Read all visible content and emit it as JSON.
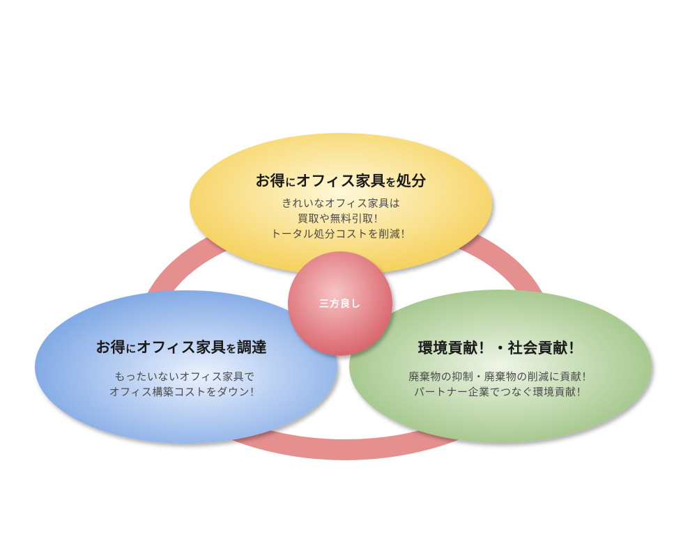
{
  "diagram": {
    "center": {
      "label": "三方良し"
    },
    "nodes": [
      {
        "id": "top",
        "title_parts": [
          "お得",
          "に",
          "オフィス家具",
          "を",
          "処分"
        ],
        "lines": [
          "きれいなオフィス家具は",
          "買取や無料引取！",
          "トータル処分コストを削減！"
        ]
      },
      {
        "id": "left",
        "title_parts": [
          "お得",
          "に",
          "オフィス家具",
          "を",
          "調達"
        ],
        "lines": [
          "もったいないオフィス家具で",
          "オフィス構築コストをダウン！"
        ]
      },
      {
        "id": "right",
        "title_parts": [
          "環境貢献！・社会貢献！"
        ],
        "lines": [
          "廃棄物の抑制・廃棄物の削減に貢献！",
          "パートナー企業でつなぐ環境貢献！"
        ]
      }
    ],
    "colors": {
      "ring": "#e68f8f",
      "center_light": "#f7c4c4",
      "center_dark": "#d9666e",
      "top_light": "#fff8d8",
      "top_dark": "#f5cf57",
      "left_light": "#eaf1fd",
      "left_dark": "#7ba5e4",
      "right_light": "#eef5e6",
      "right_dark": "#9ac07f"
    }
  }
}
